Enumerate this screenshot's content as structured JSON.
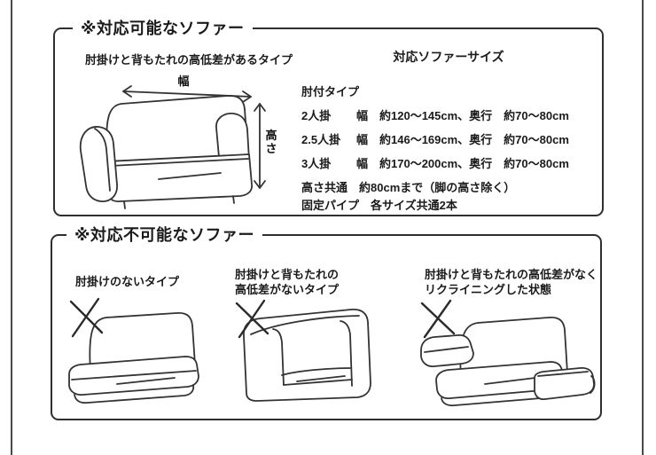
{
  "colors": {
    "background": "#ffffff",
    "line": "#333333",
    "text": "#1a1a1a",
    "frame": "#4a4a4a",
    "box_border": "#2f2f2f"
  },
  "compatible": {
    "title": "※対応可能なソファー",
    "subtitle": "肘掛けと背もたれの高低差があるタイプ",
    "diagram": {
      "width_label": "幅",
      "height_label_chars": [
        "高",
        "さ"
      ]
    },
    "sizes": {
      "title": "対応ソファーサイズ",
      "type_label": "肘付タイプ",
      "rows": [
        {
          "seat": "2人掛",
          "spec": "幅　約120～145cm、奥行　約70～80cm"
        },
        {
          "seat": "2.5人掛",
          "spec": "幅　約146～169cm、奥行　約70～80cm"
        },
        {
          "seat": "3人掛",
          "spec": "幅　約170～200cm、奥行　約70～80cm"
        }
      ],
      "height_note": "高さ共通　約80cmまで（脚の高さ除く）",
      "pipe_note": "固定パイプ　各サイズ共通2本"
    }
  },
  "incompatible": {
    "title": "※対応不可能なソファー",
    "items": [
      {
        "label": "肘掛けのないタイプ"
      },
      {
        "label": "肘掛けと背もたれの\n高低差がないタイプ"
      },
      {
        "label": "肘掛けと背もたれの高低差がなく\nリクライニングした状態"
      }
    ]
  }
}
